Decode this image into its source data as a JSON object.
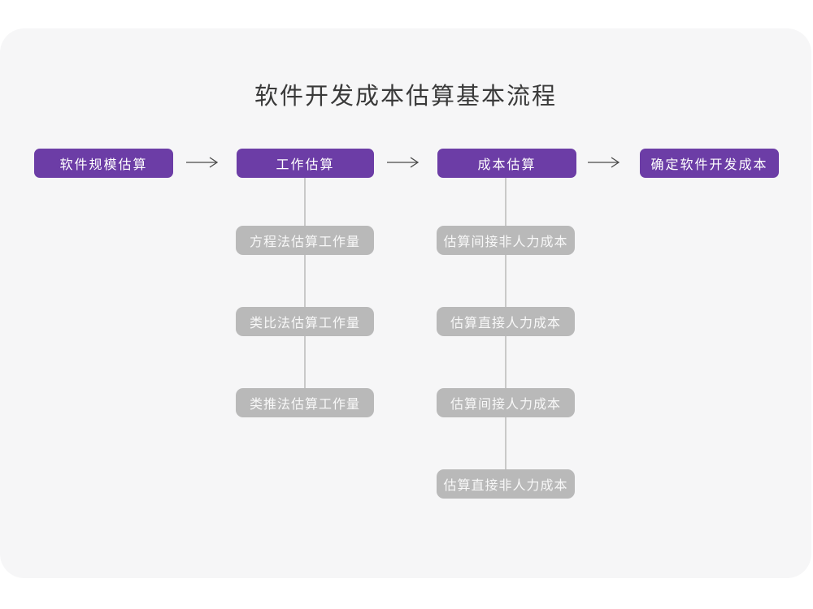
{
  "page": {
    "title": "软件开发成本估算基本流程"
  },
  "colors": {
    "page_background": "#ffffff",
    "card_background": "#f6f6f7",
    "primary_node_background": "#6c3da6",
    "sub_node_background": "#b9b9b9",
    "node_text": "#ffffff",
    "title_text": "#3a3a3a",
    "arrow_stroke": "#4a4a4a",
    "connector_line": "#c9c9c9"
  },
  "icons": {
    "arrow_right": "⟶"
  },
  "flow": {
    "main_nodes": [
      {
        "label": "软件规模估算"
      },
      {
        "label": "工作估算"
      },
      {
        "label": "成本估算"
      },
      {
        "label": "确定软件开发成本"
      }
    ],
    "branches": [
      {
        "parent": "工作估算",
        "children": [
          {
            "label": "方程法估算工作量"
          },
          {
            "label": "类比法估算工作量"
          },
          {
            "label": "类推法估算工作量"
          }
        ]
      },
      {
        "parent": "成本估算",
        "children": [
          {
            "label": "估算间接非人力成本"
          },
          {
            "label": "估算直接人力成本"
          },
          {
            "label": "估算间接人力成本"
          },
          {
            "label": "估算直接非人力成本"
          }
        ]
      }
    ]
  }
}
